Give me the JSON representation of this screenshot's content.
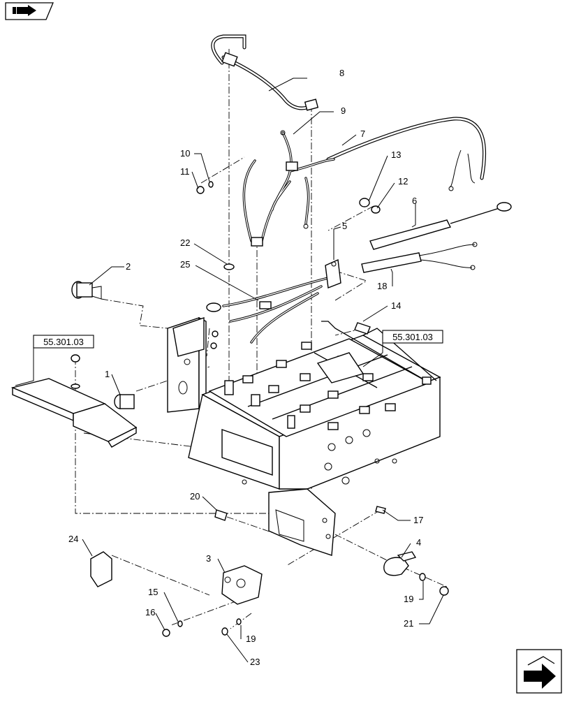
{
  "callouts": [
    {
      "id": "c8",
      "label": "8"
    },
    {
      "id": "c9",
      "label": "9"
    },
    {
      "id": "c7",
      "label": "7"
    },
    {
      "id": "c10",
      "label": "10"
    },
    {
      "id": "c11",
      "label": "11"
    },
    {
      "id": "c13",
      "label": "13"
    },
    {
      "id": "c12",
      "label": "12"
    },
    {
      "id": "c6",
      "label": "6"
    },
    {
      "id": "c5",
      "label": "5"
    },
    {
      "id": "c22",
      "label": "22"
    },
    {
      "id": "c25",
      "label": "25"
    },
    {
      "id": "c2",
      "label": "2"
    },
    {
      "id": "c18",
      "label": "18"
    },
    {
      "id": "c14",
      "label": "14"
    },
    {
      "id": "c1",
      "label": "1"
    },
    {
      "id": "c20",
      "label": "20"
    },
    {
      "id": "c17",
      "label": "17"
    },
    {
      "id": "c24",
      "label": "24"
    },
    {
      "id": "c4",
      "label": "4"
    },
    {
      "id": "c3",
      "label": "3"
    },
    {
      "id": "c15",
      "label": "15"
    },
    {
      "id": "c16",
      "label": "16"
    },
    {
      "id": "c19a",
      "label": "19"
    },
    {
      "id": "c19b",
      "label": "19"
    },
    {
      "id": "c21",
      "label": "21"
    },
    {
      "id": "c23",
      "label": "23"
    }
  ],
  "references": [
    {
      "id": "ref-left",
      "label": "55.301.03"
    },
    {
      "id": "ref-right",
      "label": "55.301.03"
    }
  ],
  "icons": {
    "top_left": "book-arrow-icon",
    "bottom_right": "next-page-arrow-icon"
  }
}
